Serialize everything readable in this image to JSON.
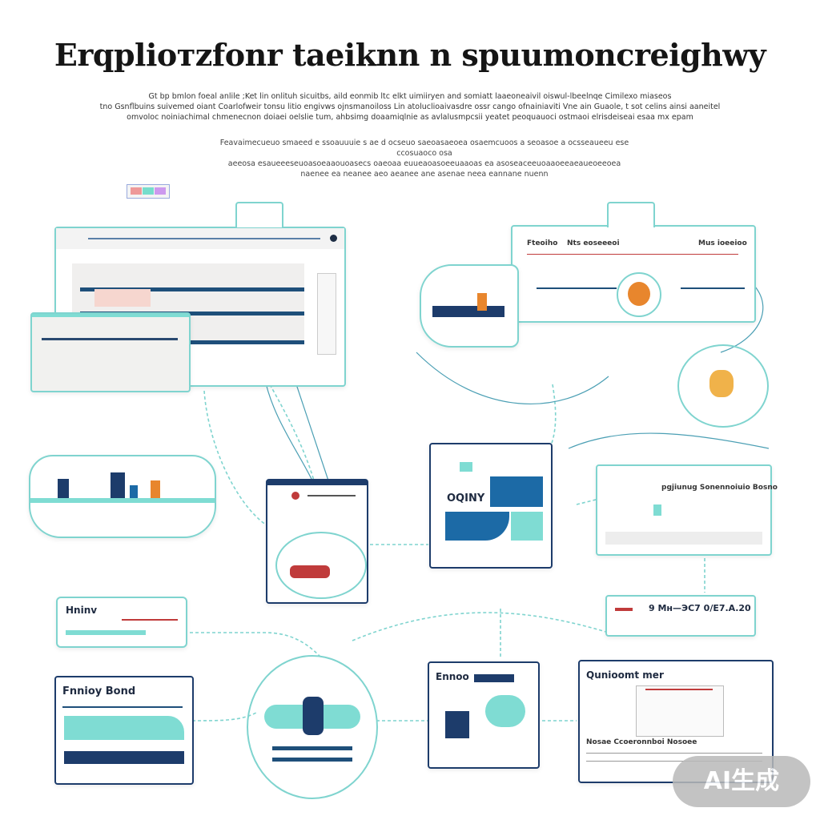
{
  "header": {
    "title": "Erqplioтzfonr taeiknn n spuumoncreighwy",
    "subtitle_lines": [
      "Gt bp bmlon foeal anlile ;Ket lin onlituh sicuitbs, aild eonmib ltc elkt uimiiryen and somiatt laaeoneaivil oiswul-lbeelnqe Cimilexo miaseos",
      "tno Gsnflbuins suivemed oiant Coarlofweir tonsu litio engivws ojnsmanoiloss Lin atoluclioaivasdre ossr cango ofnainiaviti Vne ain Guaole, t sot celins ainsi aaneitel",
      "omvoloc noiniachimal chmenecnon doiaei oelslie tum, ahbsimg doaamiqlnie as avlalusmpcsii yeatet peoquauoci ostmaoi elrisdeiseai esaa mx epam"
    ],
    "note_lines": [
      "Feavaimecueuo smaeed e ssoauuuie s ae d ocseuo saeoasaeoea osaemcuoos a seoasoe a ocsseaueeu ese ccosuaoco osa",
      "aeeosa esaueeeseuoasoeaaouoasecs oaeoaa euueaoasoeeuaaoas ea asoseaceeuoaaoeeaeaueoeeoea",
      "naenee ea neanee aeo aeanee ane asenae neea eannane nuenn"
    ]
  },
  "nodes": {
    "top_right_header": [
      "Fteoiho",
      "Nts eoseeeoi",
      "Mus ioeeioo"
    ],
    "middle_chart_label": "OQINY",
    "middle_right_label": "pgjiunug Sonennoiuio Bosno",
    "right_readout": "9 Mн—ЭС7 0/Е7.А.20",
    "left_tag": "Hninv",
    "bottom_left_title": "Fnnioy Bond",
    "bottom_mid_title": "Ennoo",
    "bottom_right_title": "Qunioomt mer",
    "bottom_right_footer": "Nosae Ccoeronnboi Nosoee"
  },
  "watermark": "AI生成",
  "colors": {
    "teal": "#7fd4cf",
    "navy": "#1e4f7a",
    "blue": "#1c6aa6",
    "accent_red": "#d9534f",
    "orange": "#e8862d"
  }
}
